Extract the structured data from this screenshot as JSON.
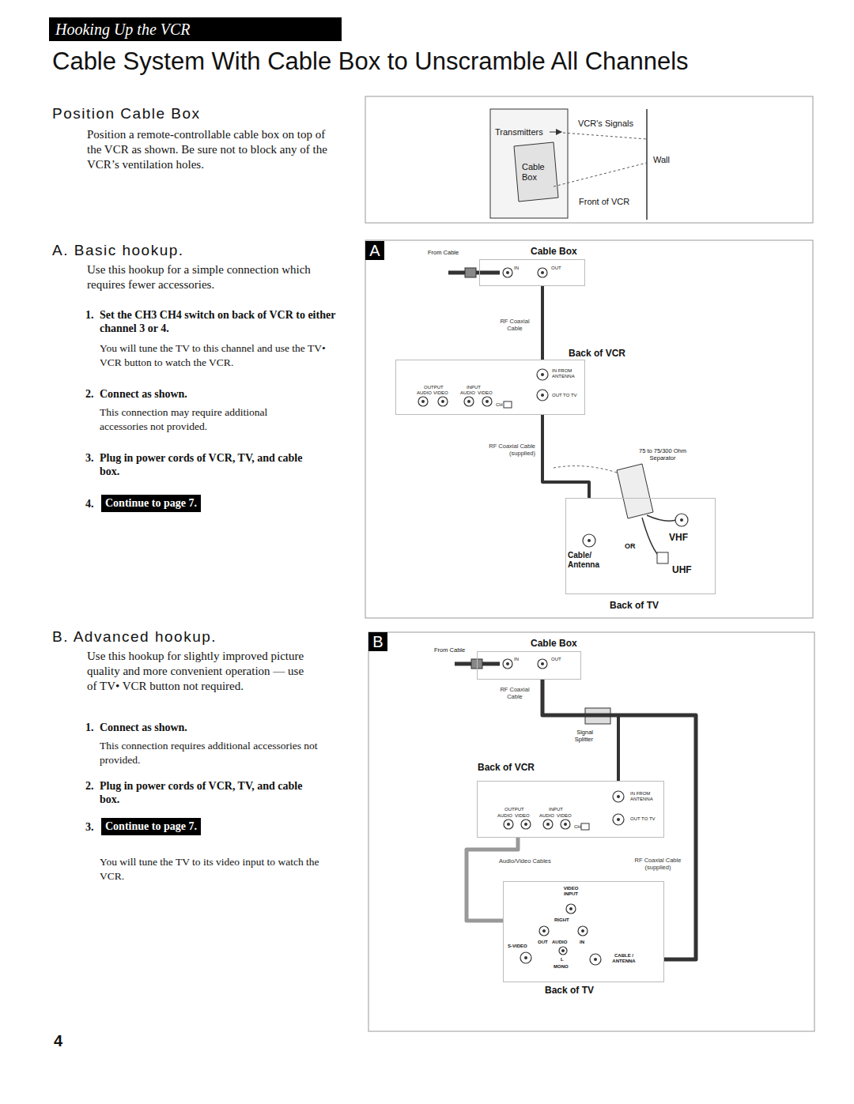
{
  "diagram": {
    "title": "Cable System With Cable Box to Unscramble All Channels",
    "nodes": [
      {
        "text": [
          "Hooking Up the VCR"
        ]
      },
      {
        "text": [
          "Continue to page 7."
        ]
      },
      {
        "text": [
          "Continue to page 7."
        ]
      },
      {
        "text": [
          "A"
        ]
      },
      {
        "text": [
          "B"
        ]
      },
      {
        "text": [
          "Cable Box"
        ]
      },
      {
        "text": [
          "Back of VCR"
        ]
      },
      {
        "text": [
          "Back of TV"
        ]
      },
      {
        "text": [
          "Cable Box"
        ]
      },
      {
        "text": [
          "Back of VCR"
        ]
      },
      {
        "text": [
          "Back of TV"
        ]
      }
    ],
    "edges": [
      {
        "from": 5,
        "to": 6,
        "label": "RF Coaxial Cable",
        "arrow": "none"
      },
      {
        "from": 6,
        "to": 7,
        "label": "RF Coaxial Cable (supplied)",
        "arrow": "none"
      },
      {
        "from": 8,
        "to": 9,
        "label": "RF Coaxial Cable",
        "arrow": "none"
      },
      {
        "from": 8,
        "to": 10,
        "label": "RF Coaxial Cable (supplied)",
        "arrow": "none"
      },
      {
        "from": 9,
        "to": 10,
        "label": "Audio/Video Cables",
        "arrow": "none"
      }
    ],
    "labels": [
      "Position Cable Box",
      "Position a remote-controllable cable box on top of the VCR as shown. Be sure not to block any of the VCR’s ventilation holes.",
      "A. Basic hookup.",
      "Use this hookup for a simple connection which requires fewer accessories.",
      "1.",
      "Set the CH3 CH4 switch on back of VCR to either channel 3 or 4.",
      "You will tune the TV to this channel and use the TV• VCR button to watch the VCR.",
      "2.",
      "Connect as shown.",
      "This connection may require additional accessories not provided.",
      "3.",
      "Plug in power cords of VCR, TV, and cable box.",
      "4.",
      "B. Advanced hookup.",
      "Use this hookup for slightly improved picture quality and more convenient operation — use of TV• VCR button not required.",
      "1.",
      "Connect as shown.",
      "This connection requires additional accessories not provided.",
      "2.",
      "Plug in power cords of VCR, TV, and cable box.",
      "3.",
      "You will tune the TV to its video input to watch the VCR.",
      "4",
      "Transmitters",
      "VCR's Signals",
      "Cable Box",
      "Wall",
      "Front of VCR",
      "From Cable",
      "IN",
      "OUT",
      "IN FROM ANTENNA",
      "OUTPUT",
      "AUDIO",
      "VIDEO",
      "INPUT",
      "AUDIO",
      "VIDEO",
      "OUT TO TV",
      "CH",
      "75 to 75/300 Ohm Separator",
      "Cable/ Antenna",
      "OR",
      "VHF",
      "UHF",
      "From Cable",
      "IN",
      "OUT",
      "Signal Splitter",
      "IN FROM ANTENNA",
      "OUTPUT",
      "AUDIO",
      "VIDEO",
      "INPUT",
      "AUDIO",
      "VIDEO",
      "OUT TO TV",
      "CH",
      "VIDEO INPUT",
      "RIGHT",
      "OUT",
      "AUDIO",
      "IN",
      "S-VIDEO",
      "L",
      "MONO",
      "CABLE / ANTENNA"
    ]
  }
}
